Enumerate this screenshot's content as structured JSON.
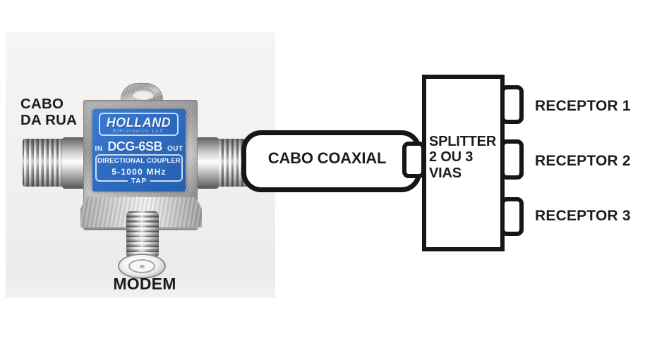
{
  "colors": {
    "page_bg": "#ffffff",
    "photo_bg": "#f2f0ee",
    "diagram_line": "#161616",
    "diagram_text": "#1d1d1d",
    "device_label_blue": "#2e6cc2",
    "device_label_text": "#edf4fc"
  },
  "photo": {
    "street_cable_label": {
      "line1": "CABO",
      "line2": "DA RUA"
    },
    "modem_label": "MODEM",
    "device_label": {
      "brand": "HOLLAND",
      "brand_sub": "Electronics LLC",
      "port_in": "IN",
      "model": "DCG-6SB",
      "port_out": "OUT",
      "device_type": "DIRECTIONAL COUPLER",
      "frequency": "5-1000 MHz",
      "tap": "TAP"
    }
  },
  "diagram": {
    "cable_label": "CABO COAXIAL",
    "splitter_label": {
      "line1": "SPLITTER",
      "line2": "2 OU 3",
      "line3": "VIAS"
    },
    "receptors": [
      "RECEPTOR 1",
      "RECEPTOR 2",
      "RECEPTOR 3"
    ]
  }
}
